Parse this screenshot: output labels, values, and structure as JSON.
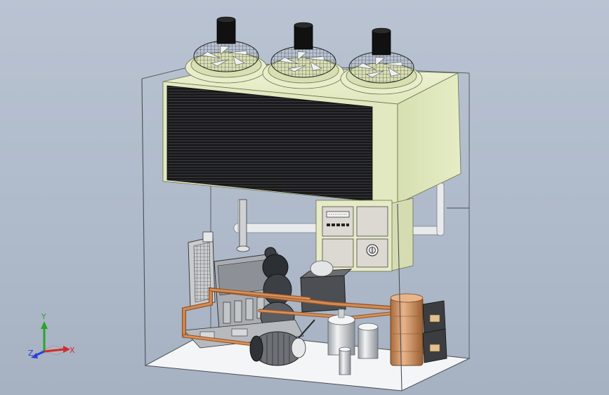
{
  "scene": {
    "colors": {
      "background": "#b3bdcc",
      "housing_green": "#e3ebc2",
      "coil_black": "#1b1b1d",
      "copper_pipe": "#c97c43",
      "enclosure_line": "#4a4f55",
      "panel_face": "#ddd9d3"
    },
    "fans": [
      {
        "name": "fan-1"
      },
      {
        "name": "fan-2"
      },
      {
        "name": "fan-3"
      }
    ],
    "control_panel": {
      "display_icon": "lcd-display-icon",
      "button_icon": "keypad-icon",
      "knob_icon": "rotary-switch-icon"
    }
  },
  "triad": {
    "x_label": "X",
    "y_label": "Y",
    "z_label": "Z",
    "x_color": "#d42a2a",
    "y_color": "#2aa52a",
    "z_color": "#2a3fd4"
  }
}
